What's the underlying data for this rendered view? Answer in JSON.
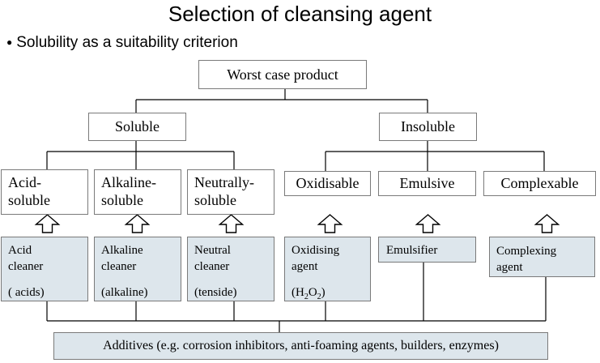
{
  "title": "Selection of cleansing agent",
  "bullet": "Solubility as a suitability criterion",
  "root": "Worst case product",
  "level1": {
    "soluble": "Soluble",
    "insoluble": "Insoluble"
  },
  "level2": {
    "acid": [
      "Acid-",
      "soluble"
    ],
    "alkaline": [
      "Alkaline-",
      "soluble"
    ],
    "neutral": [
      "Neutrally-",
      "soluble"
    ],
    "oxidisable": "Oxidisable",
    "emulsive": "Emulsive",
    "complexable": "Complexable"
  },
  "cleaners": {
    "acid": {
      "line1": "Acid",
      "line2": "cleaner",
      "line3": "( acids)"
    },
    "alkaline": {
      "line1": "Alkaline",
      "line2": "cleaner",
      "line3": "(alkaline)"
    },
    "neutral": {
      "line1": "Neutral",
      "line2": "cleaner",
      "line3": "(tenside)"
    },
    "oxidising": {
      "line1": "Oxidising",
      "line2": "agent",
      "formula": {
        "open": "(H",
        "sub1": "2",
        "mid": "O",
        "sub2": "2",
        "close": ")"
      }
    },
    "emulsifier": {
      "line1": "Emulsifier"
    },
    "complexing": {
      "line1": "Complexing",
      "line2": "agent"
    }
  },
  "additives": "Additives (e.g. corrosion inhibitors, anti-foaming agents, builders, enzymes)",
  "colors": {
    "cleaner_fill": "#dde6ec",
    "border": "#7a7a7a",
    "line": "#000000"
  }
}
